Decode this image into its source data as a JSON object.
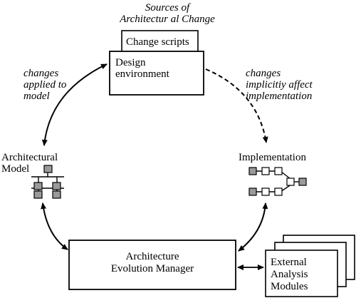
{
  "sources_title": [
    "Sources of",
    "Architectur al Change"
  ],
  "change_scripts_label": "Change scripts",
  "design_environment_label": [
    "Design",
    "environment"
  ],
  "left_edge_label": [
    "changes",
    "applied to",
    "model"
  ],
  "right_edge_label": [
    "changes",
    "implicitiy affect",
    "implementation"
  ],
  "architectural_model_label": [
    "Architectural",
    "Model"
  ],
  "implementation_label": "Implementation",
  "evolution_manager_label": [
    "Architecture",
    "Evolution Manager"
  ],
  "external_modules_label": [
    "External",
    "Analysis",
    "Modules"
  ],
  "colors": {
    "line": "#000000",
    "node_fill_dark": "#9a9a9a",
    "node_fill_light": "#ffffff",
    "box_fill": "#ffffff"
  }
}
